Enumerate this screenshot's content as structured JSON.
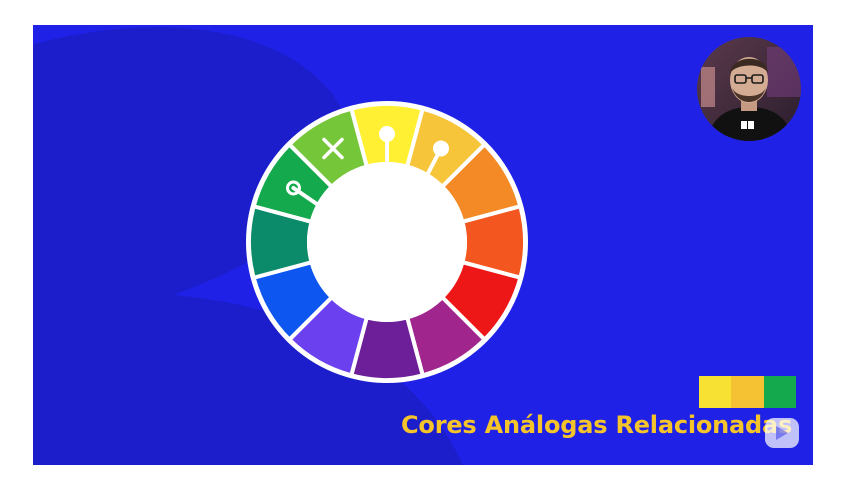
{
  "slide": {
    "caption": "Cores Análogas Relacionadas",
    "background_color": "#1f22e6",
    "caption_color": "#f5c42a"
  },
  "color_wheel": {
    "segment_colors": [
      "#fff034",
      "#f7c53a",
      "#f48a26",
      "#f3561f",
      "#ee1717",
      "#a0268e",
      "#6c1f99",
      "#6a40ef",
      "#0d57f0",
      "#0c8b6b",
      "#14a94c",
      "#76c63a"
    ],
    "selected_markers": [
      "circle-marker",
      "circle-marker",
      "circle-marker"
    ],
    "rejected_marker": "x-mark-icon"
  },
  "palette_swatches": [
    "#f7e234",
    "#f5c233",
    "#14a94c"
  ],
  "presenter": {
    "webcam": "presenter-webcam"
  },
  "badge": {
    "icon": "play-icon"
  }
}
